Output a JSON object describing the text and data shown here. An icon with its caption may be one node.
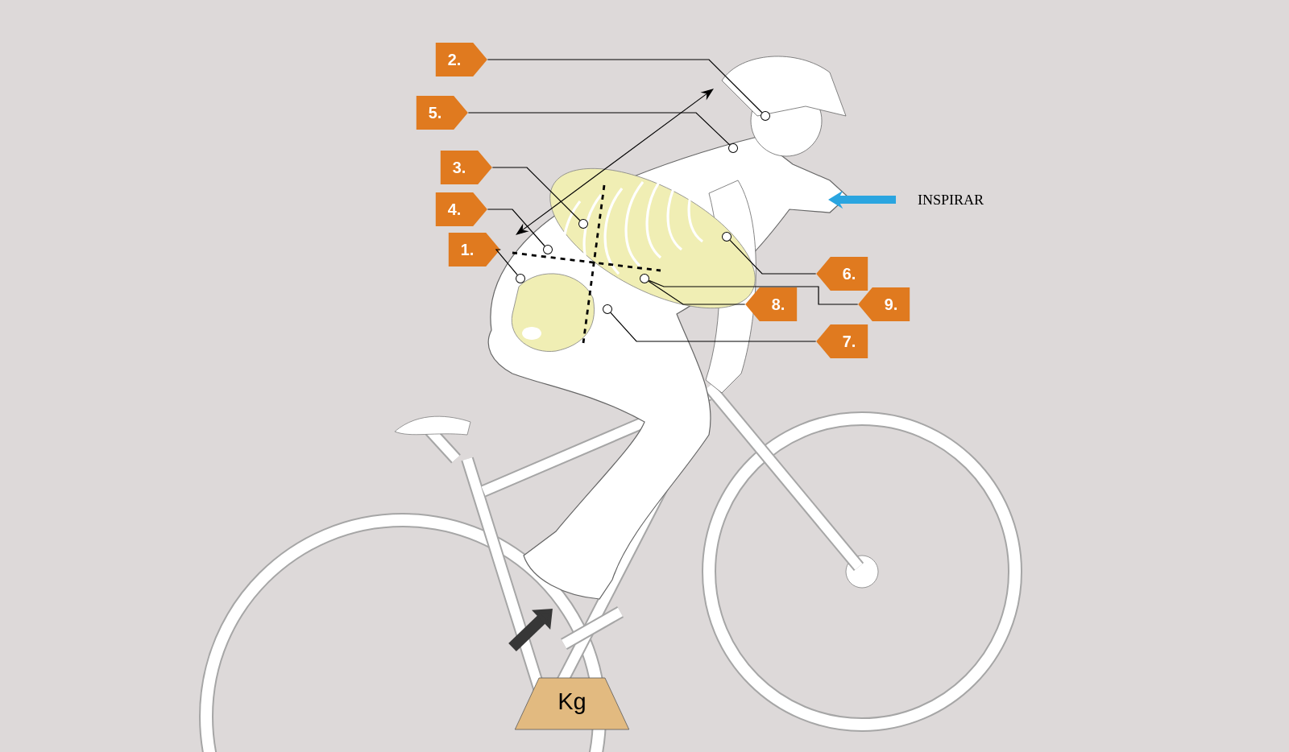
{
  "diagram": {
    "nodes": [
      {
        "text": [
          "2."
        ]
      },
      {
        "text": [
          "5."
        ]
      },
      {
        "text": [
          "3."
        ]
      },
      {
        "text": [
          "4."
        ]
      },
      {
        "text": [
          "1."
        ]
      },
      {
        "text": [
          "6."
        ]
      },
      {
        "text": [
          "8."
        ]
      },
      {
        "text": [
          "9."
        ]
      },
      {
        "text": [
          "7."
        ]
      },
      {
        "text": [],
        "shape": "circle"
      },
      {
        "text": [],
        "shape": "circle"
      },
      {
        "text": [],
        "shape": "circle"
      },
      {
        "text": [],
        "shape": "circle"
      },
      {
        "text": [],
        "shape": "circle"
      },
      {
        "text": [],
        "shape": "circle"
      },
      {
        "text": [],
        "shape": "circle"
      },
      {
        "text": [],
        "shape": "circle"
      },
      {
        "text": [
          "Kg"
        ]
      }
    ],
    "edges": [
      {
        "from": 0,
        "to": 9,
        "arrow": "none"
      },
      {
        "from": 1,
        "to": 10,
        "arrow": "none"
      },
      {
        "from": 2,
        "to": 11,
        "arrow": "none"
      },
      {
        "from": 3,
        "to": 12,
        "arrow": "none"
      },
      {
        "from": 4,
        "to": 13,
        "arrow": "none"
      },
      {
        "from": 5,
        "to": 14,
        "arrow": "none"
      },
      {
        "from": 6,
        "to": 15,
        "arrow": "none"
      },
      {
        "from": 7,
        "to": 15,
        "arrow": "none"
      },
      {
        "from": 8,
        "to": 16,
        "arrow": "none"
      }
    ],
    "labels": [
      "INSPIRAR"
    ]
  }
}
